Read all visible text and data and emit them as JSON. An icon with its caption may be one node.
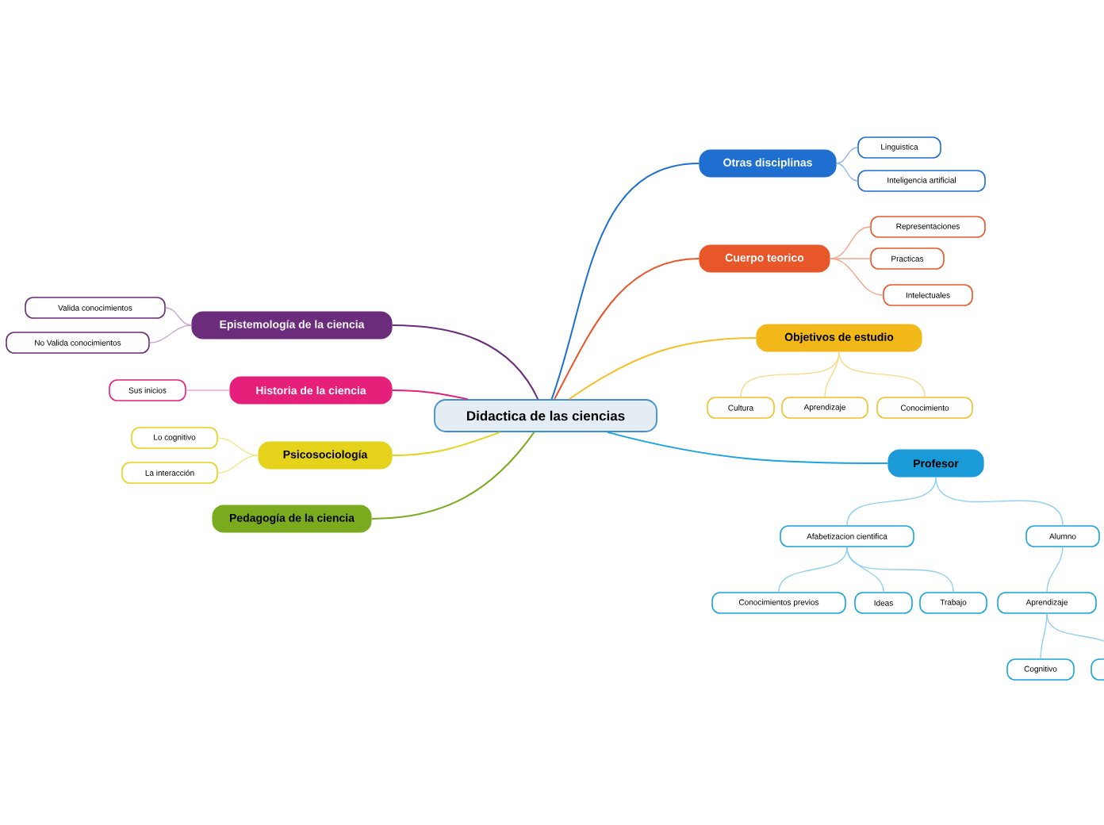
{
  "diagram": {
    "nodes": [
      {
        "text": [
          "Didactica de las ciencias"
        ]
      },
      {
        "text": [
          "Otras disciplinas"
        ]
      },
      {
        "text": [
          "Linguistica"
        ]
      },
      {
        "text": [
          "Inteligencia artificial"
        ]
      },
      {
        "text": [
          "Cuerpo teorico"
        ]
      },
      {
        "text": [
          "Representaciones"
        ]
      },
      {
        "text": [
          "Practicas"
        ]
      },
      {
        "text": [
          "Intelectuales"
        ]
      },
      {
        "text": [
          "Objetivos de estudio"
        ]
      },
      {
        "text": [
          "Cultura"
        ]
      },
      {
        "text": [
          "Aprendizaje"
        ]
      },
      {
        "text": [
          "Conocimiento"
        ]
      },
      {
        "text": [
          "Profesor"
        ]
      },
      {
        "text": [
          "Afabetizacion cientifica"
        ]
      },
      {
        "text": [
          "Conocimientos previos"
        ]
      },
      {
        "text": [
          "Ideas"
        ]
      },
      {
        "text": [
          "Trabajo"
        ]
      },
      {
        "text": [
          "Alumno"
        ]
      },
      {
        "text": [
          "Aprendizaje"
        ]
      },
      {
        "text": [
          "Cognitivo"
        ]
      },
      {
        "text": [],
        "shape": "box"
      },
      {
        "text": [
          "Epistemología de la ciencia"
        ]
      },
      {
        "text": [
          "Valida conocimientos"
        ]
      },
      {
        "text": [
          "No Valida conocimientos"
        ]
      },
      {
        "text": [
          "Historia de la ciencia"
        ]
      },
      {
        "text": [
          "Sus inicios"
        ]
      },
      {
        "text": [
          "Psicosociología"
        ]
      },
      {
        "text": [
          "Lo cognitivo"
        ]
      },
      {
        "text": [
          "La interacción"
        ]
      },
      {
        "text": [
          "Pedagogía de la ciencia"
        ]
      }
    ],
    "edges": [
      {
        "from": 0,
        "to": 1,
        "arrow": "none",
        "color": "#1e6fd0"
      },
      {
        "from": 1,
        "to": 2,
        "arrow": "none",
        "color": "#8fb8ea"
      },
      {
        "from": 1,
        "to": 3,
        "arrow": "none",
        "color": "#8fb8ea"
      },
      {
        "from": 0,
        "to": 4,
        "arrow": "none",
        "color": "#e8572a"
      },
      {
        "from": 4,
        "to": 5,
        "arrow": "none",
        "color": "#f4a58c"
      },
      {
        "from": 4,
        "to": 6,
        "arrow": "none",
        "color": "#f4a58c"
      },
      {
        "from": 4,
        "to": 7,
        "arrow": "none",
        "color": "#f4a58c"
      },
      {
        "from": 0,
        "to": 8,
        "arrow": "none",
        "color": "#f5bf2a"
      },
      {
        "from": 8,
        "to": 9,
        "arrow": "none",
        "color": "#f8d98a"
      },
      {
        "from": 8,
        "to": 10,
        "arrow": "none",
        "color": "#f8d98a"
      },
      {
        "from": 8,
        "to": 11,
        "arrow": "none",
        "color": "#f8d98a"
      },
      {
        "from": 0,
        "to": 12,
        "arrow": "none",
        "color": "#1aa3e0"
      },
      {
        "from": 12,
        "to": 13,
        "arrow": "none",
        "color": "#8fd0f0"
      },
      {
        "from": 12,
        "to": 17,
        "arrow": "none",
        "color": "#8fd0f0"
      },
      {
        "from": 13,
        "to": 14,
        "arrow": "none",
        "color": "#8fd0f0"
      },
      {
        "from": 13,
        "to": 15,
        "arrow": "none",
        "color": "#8fd0f0"
      },
      {
        "from": 13,
        "to": 16,
        "arrow": "none",
        "color": "#8fd0f0"
      },
      {
        "from": 17,
        "to": 18,
        "arrow": "none",
        "color": "#8fd0f0"
      },
      {
        "from": 18,
        "to": 19,
        "arrow": "none",
        "color": "#8fd0f0"
      },
      {
        "from": 18,
        "to": 20,
        "arrow": "none",
        "color": "#8fd0f0"
      },
      {
        "from": 0,
        "to": 21,
        "arrow": "none",
        "color": "#6b2d7b"
      },
      {
        "from": 21,
        "to": 22,
        "arrow": "none",
        "color": "#c9a6d3"
      },
      {
        "from": 21,
        "to": 23,
        "arrow": "none",
        "color": "#c9a6d3"
      },
      {
        "from": 0,
        "to": 24,
        "arrow": "none",
        "color": "#e6207a"
      },
      {
        "from": 24,
        "to": 25,
        "arrow": "none",
        "color": "#f5a3c8"
      },
      {
        "from": 0,
        "to": 26,
        "arrow": "none",
        "color": "#e5d21b"
      },
      {
        "from": 26,
        "to": 27,
        "arrow": "none",
        "color": "#f0e68a"
      },
      {
        "from": 26,
        "to": 28,
        "arrow": "none",
        "color": "#f0e68a"
      },
      {
        "from": 0,
        "to": 29,
        "arrow": "none",
        "color": "#7aab1f"
      }
    ]
  }
}
